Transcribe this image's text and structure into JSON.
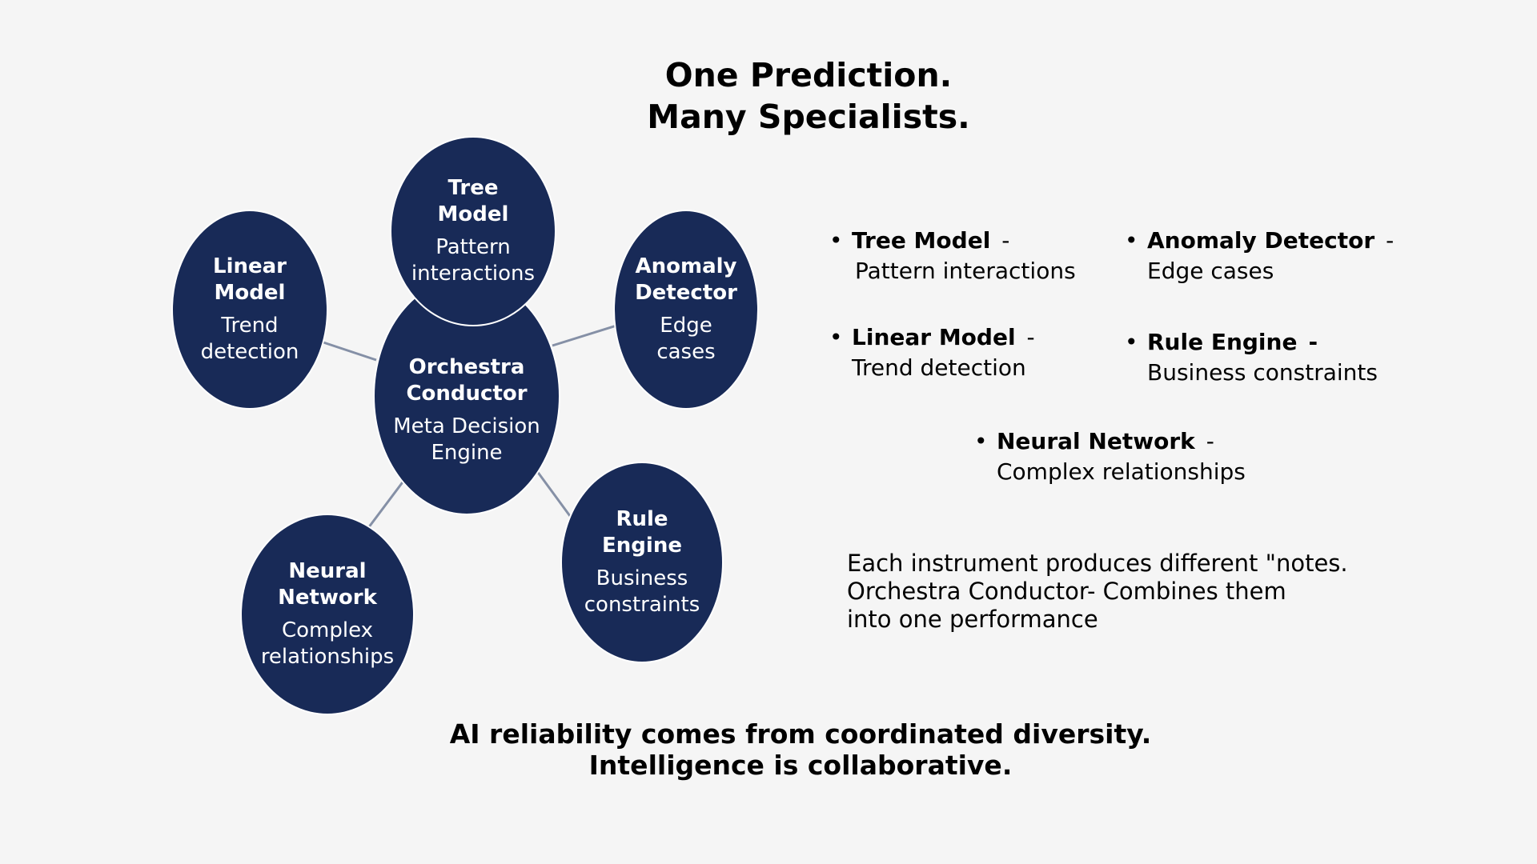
{
  "title": {
    "line1": "One Prediction.",
    "line2": "Many Specialists."
  },
  "diagram": {
    "center": {
      "title_line1": "Orchestra",
      "title_line2": "Conductor",
      "desc_line1": "Meta Decision",
      "desc_line2": "Engine"
    },
    "tree": {
      "title_line1": "Tree",
      "title_line2": "Model",
      "desc_line1": "Pattern",
      "desc_line2": "interactions"
    },
    "linear": {
      "title_line1": "Linear",
      "title_line2": "Model",
      "desc_line1": "Trend",
      "desc_line2": "detection"
    },
    "anomaly": {
      "title_line1": "Anomaly",
      "title_line2": "Detector",
      "desc_line1": "Edge",
      "desc_line2": "cases"
    },
    "rule": {
      "title_line1": "Rule",
      "title_line2": "Engine",
      "desc_line1": "Business",
      "desc_line2": "constraints"
    },
    "neural": {
      "title_line1": "Neural",
      "title_line2": "Network",
      "desc_line1": "Complex",
      "desc_line2": "relationships"
    }
  },
  "bullets": {
    "tree": {
      "name": "Tree Model",
      "desc": "Pattern interactions"
    },
    "anomaly": {
      "name": "Anomaly Detector",
      "desc": "Edge cases"
    },
    "linear": {
      "name": "Linear Model",
      "desc": "Trend detection"
    },
    "rule": {
      "name": "Rule Engine",
      "desc": "Business constraints"
    },
    "neural": {
      "name": "Neural Network",
      "desc": "Complex relationships"
    },
    "bullet_char": "•",
    "dash": "-"
  },
  "note": {
    "line1": "Each instrument produces different \"notes.",
    "line2": "Orchestra Conductor- Combines them",
    "line3": "into one performance"
  },
  "footer": {
    "line1": "AI reliability comes from coordinated diversity.",
    "line2": "Intelligence is collaborative."
  },
  "colors": {
    "node_fill": "#182a57",
    "connector": "#8590a6",
    "background": "#f5f5f5"
  }
}
